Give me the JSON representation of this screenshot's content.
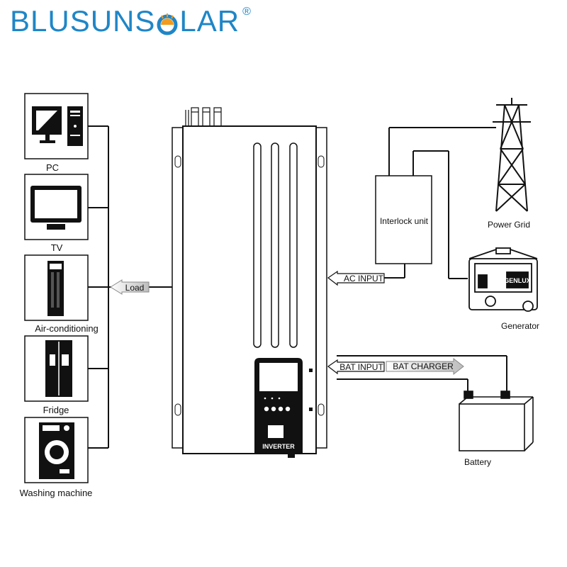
{
  "brand": {
    "logo_text_a": "BLUSUNS",
    "logo_text_b": "LAR",
    "registered": "®",
    "accent_color": "#1f86c7",
    "sun_color": "#f29b1d"
  },
  "appliances": [
    {
      "label": "PC",
      "icon": "pc-icon"
    },
    {
      "label": "TV",
      "icon": "tv-icon"
    },
    {
      "label": "Air-conditioning",
      "icon": "air-conditioner-icon"
    },
    {
      "label": "Fridge",
      "icon": "fridge-icon"
    },
    {
      "label": "Washing machine",
      "icon": "washing-machine-icon"
    }
  ],
  "arrows": {
    "load": "Load",
    "ac_input": "AC INPUT",
    "bat_input": "BAT INPUT",
    "bat_charger": "BAT CHARGER"
  },
  "inverter": {
    "label": "INVERTER"
  },
  "interlock": {
    "label": "Interlock unit"
  },
  "sources": {
    "power_grid": "Power Grid",
    "generator": "Generator",
    "generator_brand": "GENLUX",
    "battery": "Battery"
  }
}
